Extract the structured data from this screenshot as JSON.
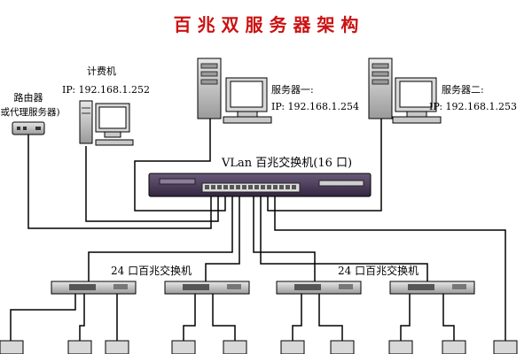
{
  "title": "百 兆 双 服 务 器 架 构",
  "colors": {
    "title": "#cc1111",
    "line": "#000000",
    "device": "#c0c0c0",
    "core_switch": "#4a3a58"
  },
  "nodes": {
    "router": {
      "name": "路由器",
      "sub": "(或代理服务器)"
    },
    "billing": {
      "name": "计费机",
      "ip": "IP: 192.168.1.252"
    },
    "server1": {
      "name": "服务器一:",
      "ip": "IP: 192.168.1.254"
    },
    "server2": {
      "name": "服务器二:",
      "ip": "IP: 192.168.1.253"
    },
    "core_switch": {
      "label": "VLan 百兆交换机(16 口)"
    },
    "access_left": {
      "label": "24 口百兆交换机"
    },
    "access_right": {
      "label": "24 口百兆交换机"
    }
  }
}
